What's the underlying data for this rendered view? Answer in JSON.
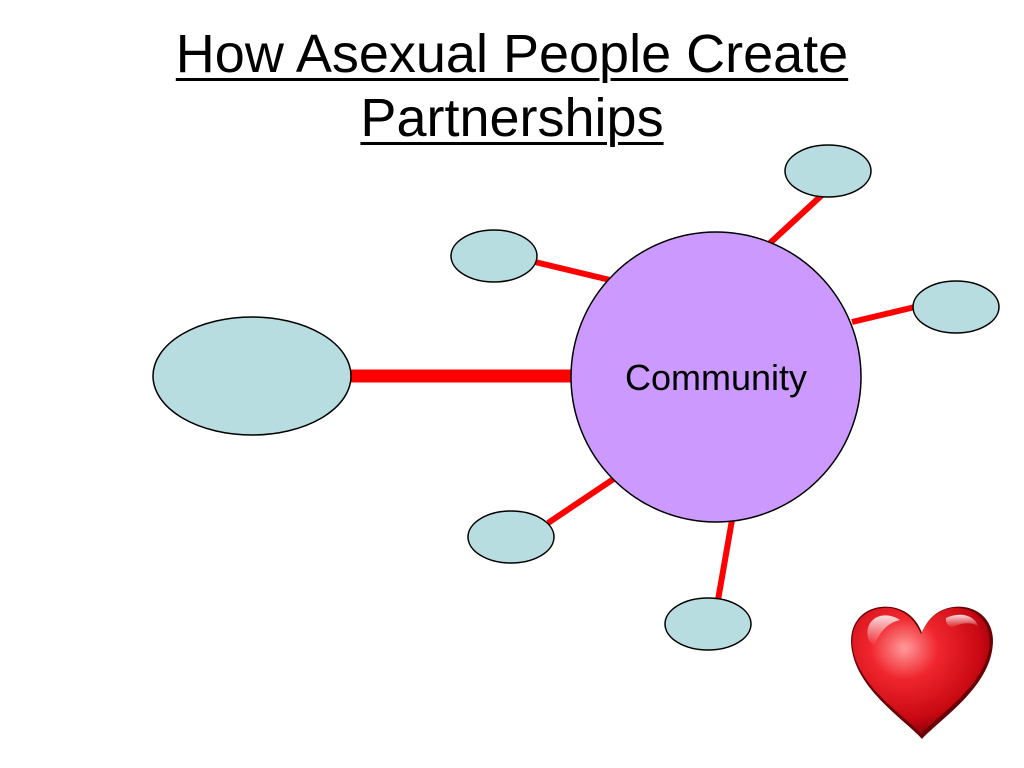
{
  "title": {
    "line1": "How Asexual People Create",
    "line2": "Partnerships"
  },
  "diagram": {
    "center_label": "Community",
    "colors": {
      "hub_fill": "#cc99ff",
      "node_fill": "#b8dde0",
      "connector": "#ff0000",
      "outline": "#000000",
      "heart": "#e0141e"
    },
    "heart_icon": "heart-icon"
  }
}
